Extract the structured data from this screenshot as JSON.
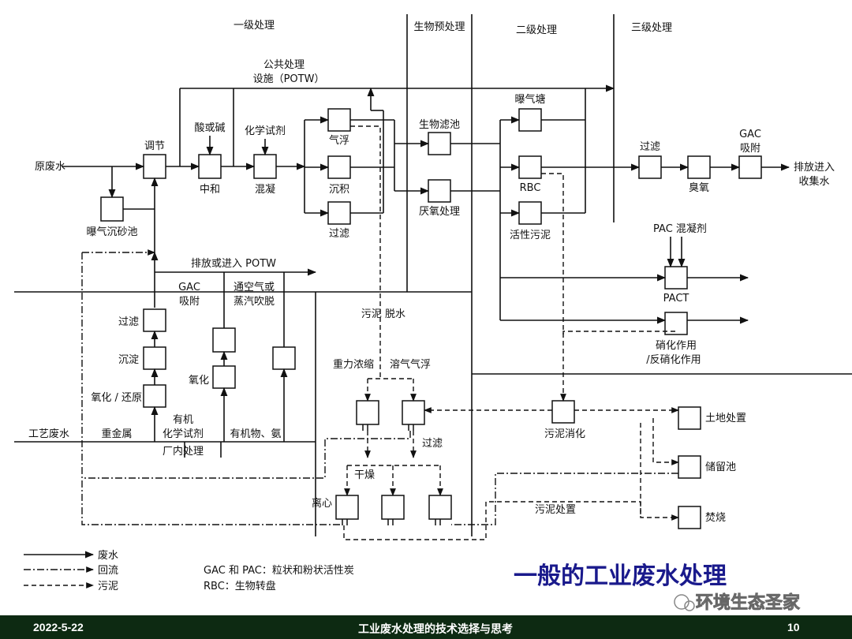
{
  "stages": {
    "primary": "一级处理",
    "bio_pre": "生物预处理",
    "secondary": "二级处理",
    "tertiary": "三级处理"
  },
  "labels": {
    "raw_wastewater": "原废水",
    "equalization": "调节",
    "grit_chamber": "曝气沉砂池",
    "acid_or_base": "酸或碱",
    "neutralization": "中和",
    "chemical_reagent": "化学试剂",
    "coagulation": "混凝",
    "flotation": "气浮",
    "sedimentation": "沉积",
    "filtration": "过滤",
    "potw_line1": "公共处理",
    "potw_line2": "设施（POTW）",
    "biofilter": "生物滤池",
    "anaerobic": "厌氧处理",
    "aeration_pond": "曝气塘",
    "rbc": "RBC",
    "activated_sludge": "活性污泥",
    "tertiary_filter": "过滤",
    "ozone": "臭氧",
    "gac_adsorb": "GAC\n吸附",
    "discharge_line1": "排放进入",
    "discharge_line2": "收集水",
    "pac_coagulant": "PAC 混凝剂",
    "pact": "PACT",
    "nitrification_line1": "硝化作用",
    "nitrification_line2": "/反硝化作用",
    "discharge_potw": "排放或进入 POTW",
    "gac_line1": "GAC",
    "gac_line2": "吸附",
    "aeration_line1": "通空气或",
    "aeration_line2": "蒸汽吹脱",
    "filter2": "过滤",
    "precipitation": "沉淀",
    "redox": "氧化 / 还原",
    "oxidation": "氧化",
    "process_wastewater": "工艺废水",
    "heavy_metals": "重金属",
    "organic_line1": "有机",
    "organic_line2": "化学试剂",
    "organics_ammonia": "有机物、氨",
    "in_plant": "厂内处理",
    "sludge_dewatering": "污泥  脱水",
    "gravity_thickening": "重力浓缩",
    "daf": "溶气气浮",
    "filter3": "过滤",
    "drying": "干燥",
    "centrifuge": "离心",
    "sludge_digestion": "污泥消化",
    "sludge_disposal": "污泥处置",
    "land_disposal": "土地处置",
    "storage_pond": "储留池",
    "incineration": "焚烧"
  },
  "legend": {
    "wastewater": "废水",
    "recycle": "回流",
    "sludge": "污泥",
    "note_gac": "GAC 和 PAC：粒状和粉状活性炭",
    "note_rbc": "RBC：生物转盘"
  },
  "main_title": "一般的工业废水处理",
  "watermark": "环境生态圣家",
  "footer": {
    "date": "2022-5-22",
    "title": "工业废水处理的技术选择与思考",
    "page": "10"
  },
  "colors": {
    "title": "#1a1a8c",
    "footer_bg": "#0d2a12",
    "line": "#111111"
  }
}
